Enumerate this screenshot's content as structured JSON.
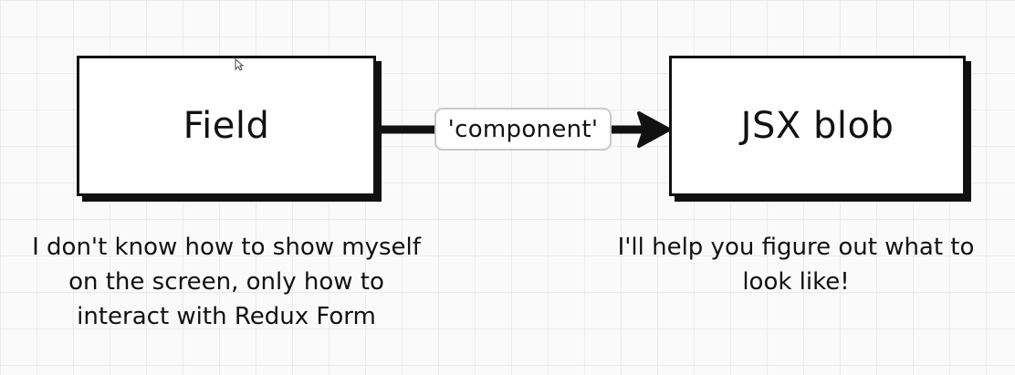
{
  "nodes": {
    "field": {
      "label": "Field",
      "caption_lines": [
        "I don't know how to show myself",
        "on the screen, only how to",
        "interact with Redux Form"
      ]
    },
    "jsx_blob": {
      "label": "JSX blob",
      "caption_lines": [
        "I'll help you figure out what to",
        "look like!"
      ]
    }
  },
  "edge": {
    "from": "Field",
    "to": "JSX blob",
    "label": "'component'"
  },
  "colors": {
    "stroke": "#111111",
    "box_fill": "#ffffff",
    "label_border": "#c8c8c8",
    "grid": "#ececec"
  },
  "icons": {
    "cursor": "mouse-pointer-icon"
  }
}
